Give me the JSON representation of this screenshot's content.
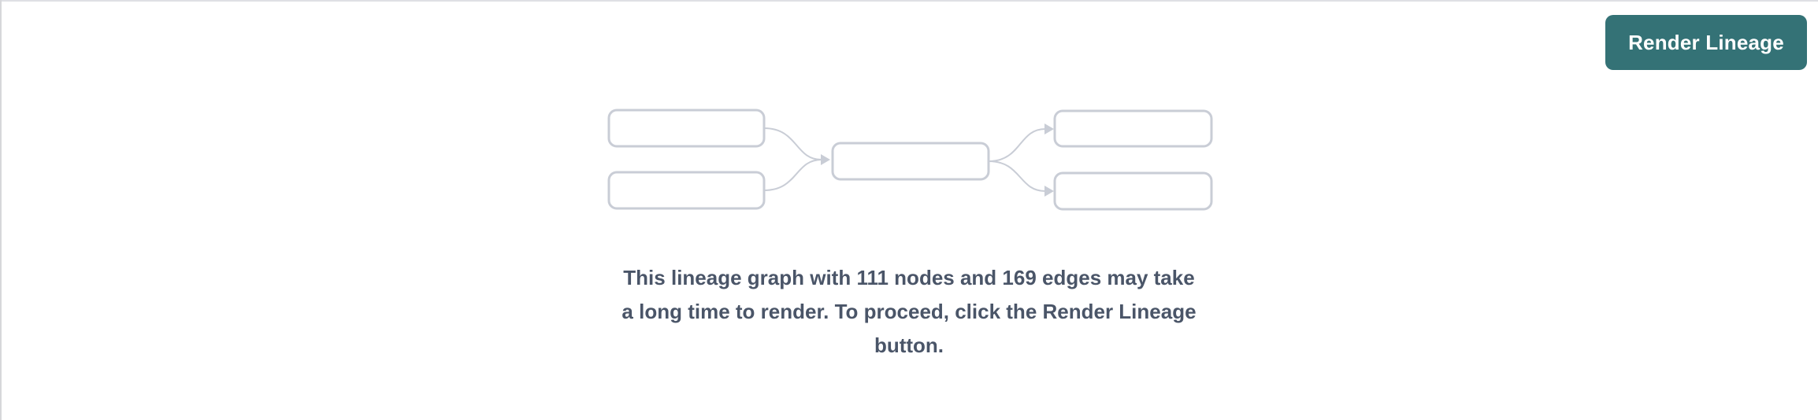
{
  "header": {
    "render_lineage_button": {
      "label": "Render Lineage"
    }
  },
  "empty_state": {
    "node_count": 111,
    "edge_count": 169,
    "message": "This lineage graph with 111 nodes and 169 edges may take a long time to render. To proceed, click the Render Lineage button.",
    "message_lines": [
      "This lineage graph with 111 nodes and 169 edges may take",
      "a long time to render. To proceed, click the Render Lineage",
      "button."
    ]
  },
  "colors": {
    "accent_teal": "#347276",
    "button_text": "#ffffff",
    "message_text": "#4a5568",
    "diagram_stroke": "#c9cdd6",
    "top_border": "#dfe0e4",
    "left_border": "#d6d7da",
    "page_bg": "#ffffff"
  }
}
